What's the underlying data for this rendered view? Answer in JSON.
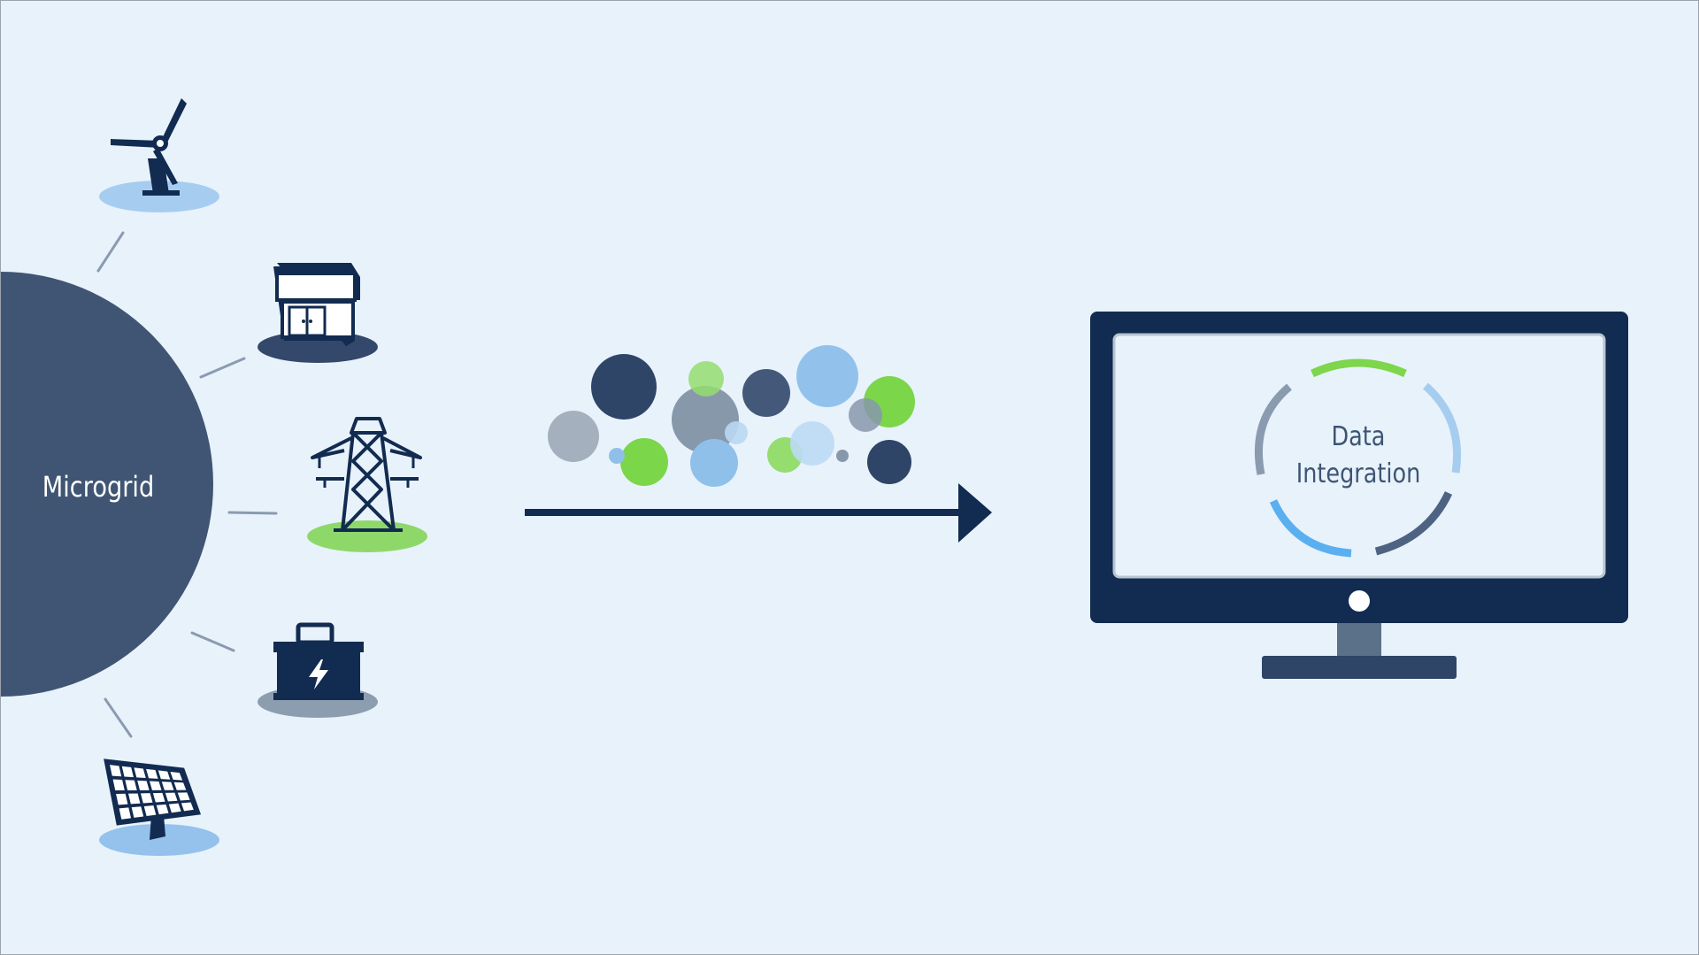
{
  "diagram": {
    "hub_label": "Microgrid",
    "screen_label_line1": "Data",
    "screen_label_line2": "Integration",
    "sources": [
      {
        "icon": "wind-turbine-icon",
        "base_color": "#a6cdf0"
      },
      {
        "icon": "generator-cabinet-icon",
        "base_color": "#33486a"
      },
      {
        "icon": "power-pylon-icon",
        "base_color": "#8ed86a"
      },
      {
        "icon": "battery-icon",
        "base_color": "#8d9db0"
      },
      {
        "icon": "solar-panel-icon",
        "base_color": "#94c2ec"
      }
    ],
    "colors": {
      "background": "#e8f2fb",
      "hub": "#3f5573",
      "navy": "#122b50",
      "green": "#7dd64b",
      "light_blue": "#8fc0ea",
      "gray_blue": "#8a9bb0"
    }
  }
}
